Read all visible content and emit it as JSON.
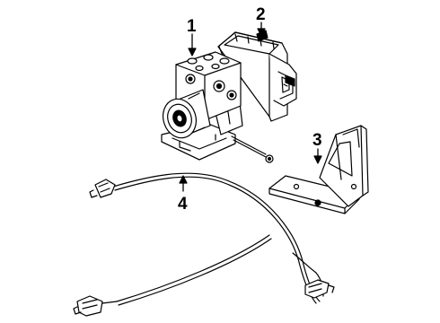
{
  "callouts": {
    "c1": "1",
    "c2": "2",
    "c3": "3",
    "c4": "4"
  },
  "parts": [
    {
      "id": "1",
      "name": "abs-modulator-pump-icon"
    },
    {
      "id": "2",
      "name": "abs-control-module-icon"
    },
    {
      "id": "3",
      "name": "mounting-bracket-icon"
    },
    {
      "id": "4",
      "name": "wiring-harness-icon"
    }
  ],
  "colors": {
    "line": "#000000",
    "background": "#ffffff"
  }
}
